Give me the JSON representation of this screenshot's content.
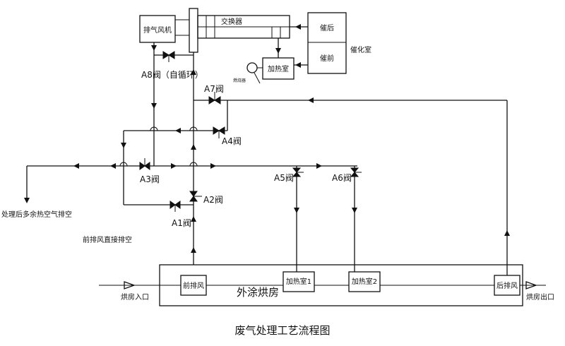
{
  "title": "废气处理工艺流程图",
  "units": {
    "exhaust_fan": "排气风机",
    "exchanger": "交换器",
    "cat_after": "催后",
    "cat_before": "催前",
    "cat_chamber": "催化室",
    "heater_room": "加热室",
    "burner": "燃烧器",
    "oven": "外涂烘房",
    "front_exhaust": "前排风",
    "heater1": "加热室1",
    "heater2": "加热室2",
    "rear_exhaust": "后排风",
    "oven_inlet": "烘房入口",
    "oven_outlet": "烘房出口"
  },
  "valves": {
    "a1": "A1阀",
    "a2": "A2阀",
    "a3": "A3阀",
    "a4": "A4阀",
    "a5": "A5阀",
    "a6": "A6阀",
    "a7": "A7阀",
    "a8": "A8阀（自循环）"
  },
  "notes": {
    "residual_exhaust": "处理后多余热空气排空",
    "front_direct": "前排风直接排空"
  }
}
